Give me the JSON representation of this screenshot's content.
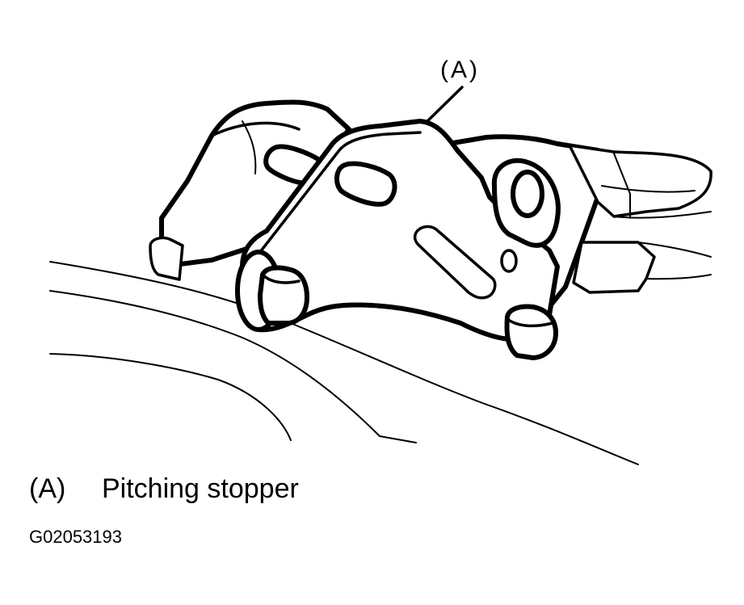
{
  "callout": {
    "label": "(A)"
  },
  "legend": {
    "key": "(A)",
    "description": "Pitching stopper"
  },
  "figure_id": "G02053193",
  "colors": {
    "ink": "#000000",
    "paper": "#ffffff"
  }
}
